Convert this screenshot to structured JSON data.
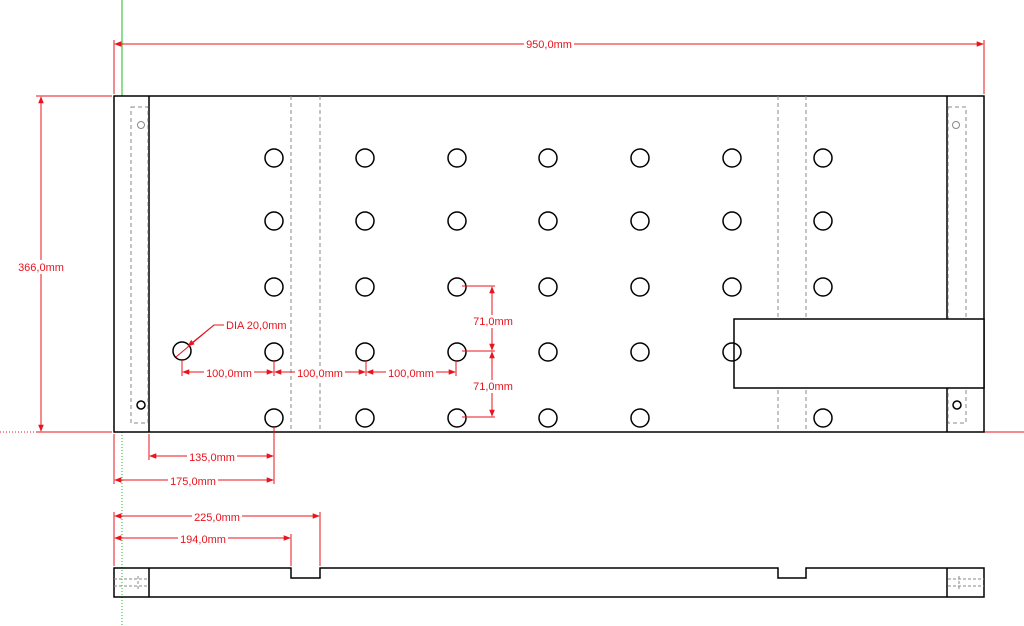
{
  "colors": {
    "outline": "#000000",
    "dimension": "#e8141e",
    "hidden": "#8a8a8a",
    "axis": "#22b822",
    "background": "#ffffff"
  },
  "dimensions": {
    "overall_width": "950,0mm",
    "overall_height": "366,0mm",
    "hole_diameter": "DIA 20,0mm",
    "spacing_a": "100,0mm",
    "spacing_b": "100,0mm",
    "spacing_c": "100,0mm",
    "vertical_spacing_upper": "71,0mm",
    "vertical_spacing_lower": "71,0mm",
    "offset_inner": "135,0mm",
    "offset_outer": "175,0mm",
    "side_view_outer": "225,0mm",
    "side_view_inner": "194,0mm"
  }
}
